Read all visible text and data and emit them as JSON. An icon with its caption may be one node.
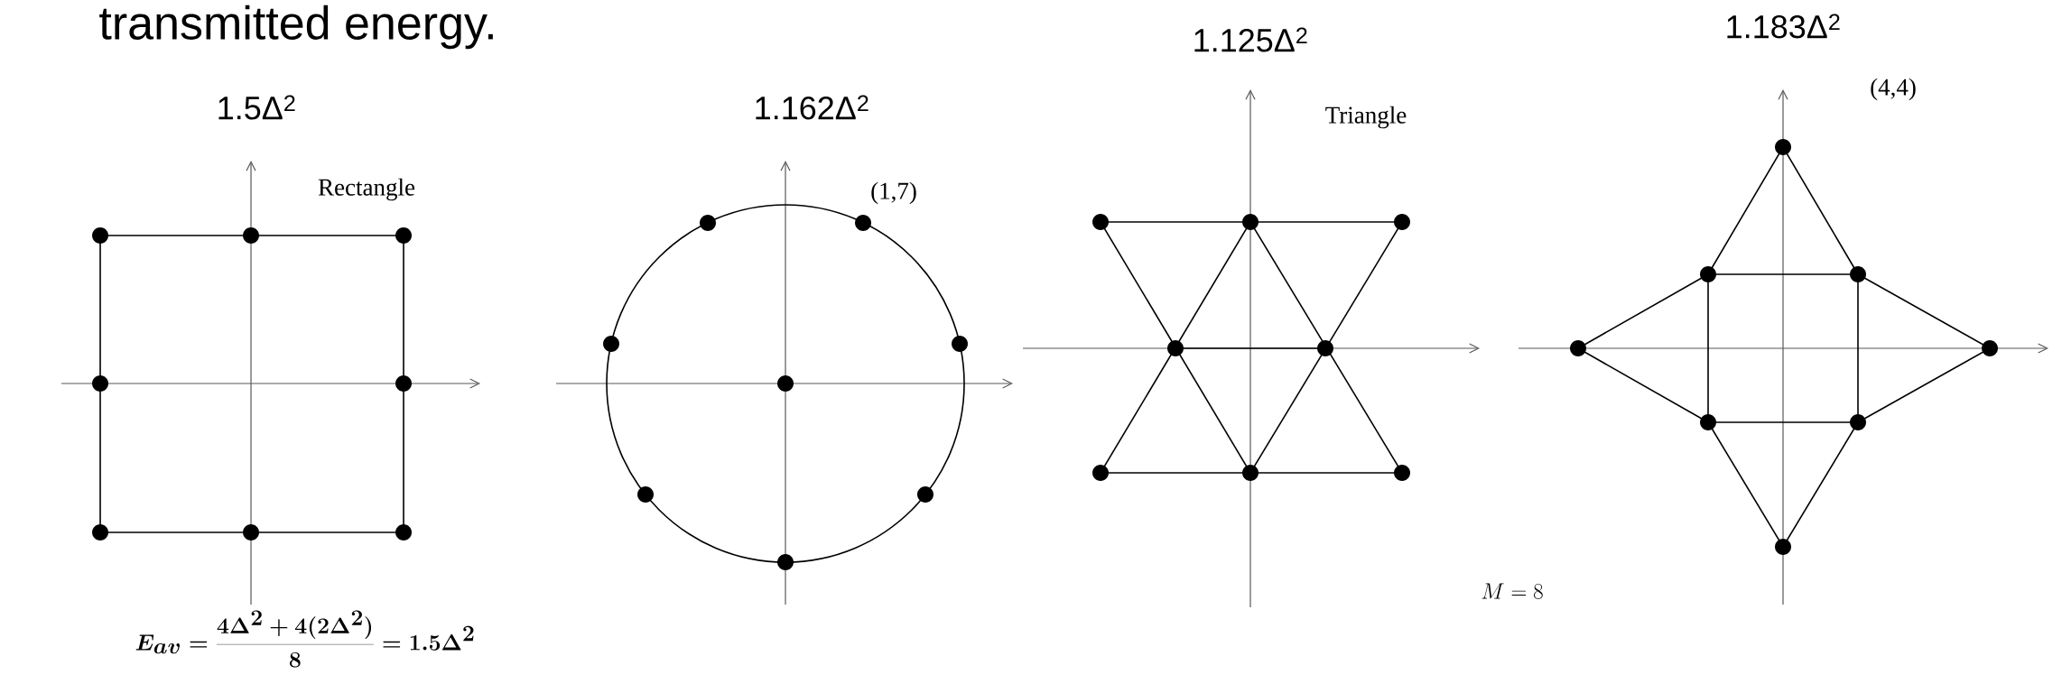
{
  "diagram": {
    "labels": [
      "transmitted energy.",
      "1.5Δ$^{2}$",
      "Rectangle",
      "1.162Δ$^{2}$",
      "(1,7)",
      "1.125Δ$^{2}$",
      "Triangle",
      "1.183Δ$^{2}$",
      "(4,4)",
      "M=8",
      "E_{av}=\\frac{4\\Delta^{2}+4(2\\Delta^{2})}{8}=1.5\\Delta^{2}"
    ]
  }
}
